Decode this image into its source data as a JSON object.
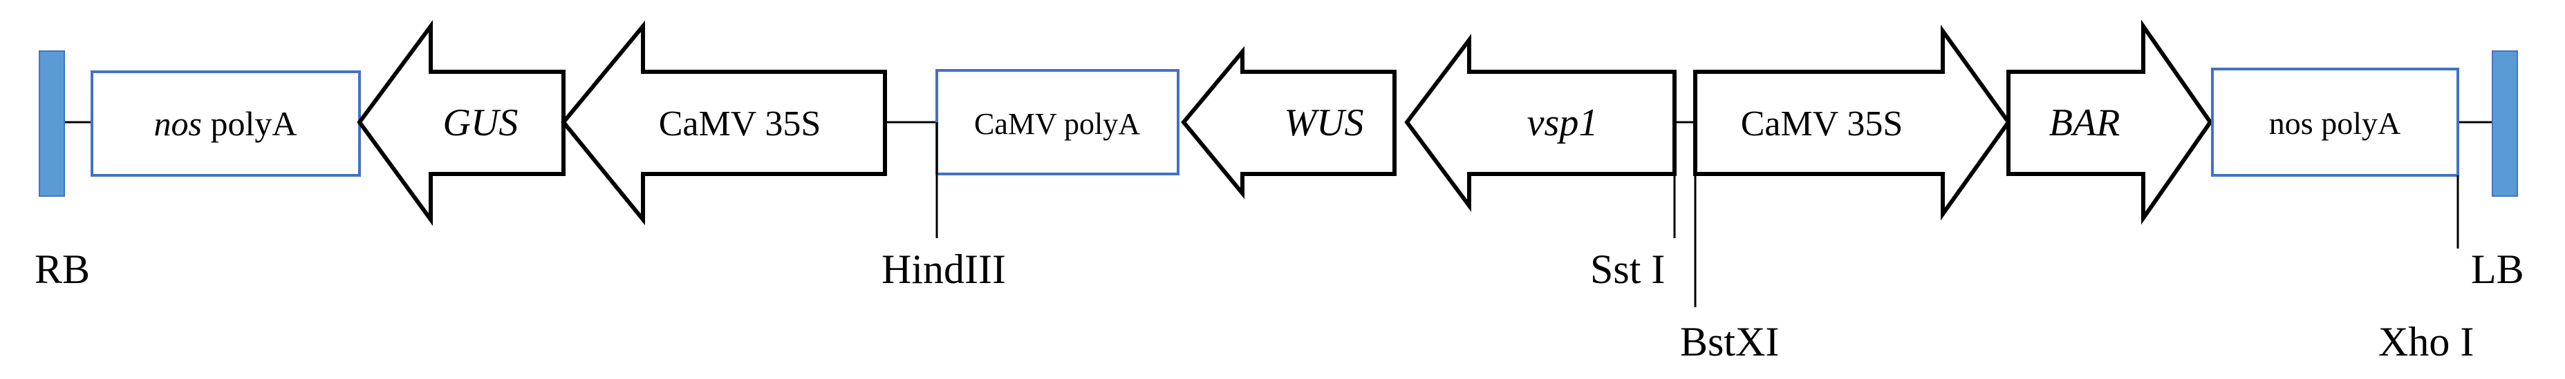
{
  "colors": {
    "border_box": "#4472C4",
    "border_fill": "#5B9BD5",
    "line": "#000000",
    "background": "#FFFFFF"
  },
  "elements": {
    "rb_label": "RB",
    "lb_label": "LB",
    "nos_polyA_left": {
      "italic": "nos",
      "rest": " polyA"
    },
    "gus": "GUS",
    "camv35s_left": "CaMV 35S",
    "camv_polyA": "CaMV polyA",
    "wus": "WUS",
    "vsp1": "vsp1",
    "camv35s_right": "CaMV 35S",
    "bar": "BAR",
    "nos_polyA_right": "nos polyA"
  },
  "restriction_sites": {
    "hindiii": "HindIII",
    "sst_i": "Sst I",
    "bstxi": "BstXI",
    "xho_i": "Xho I"
  }
}
